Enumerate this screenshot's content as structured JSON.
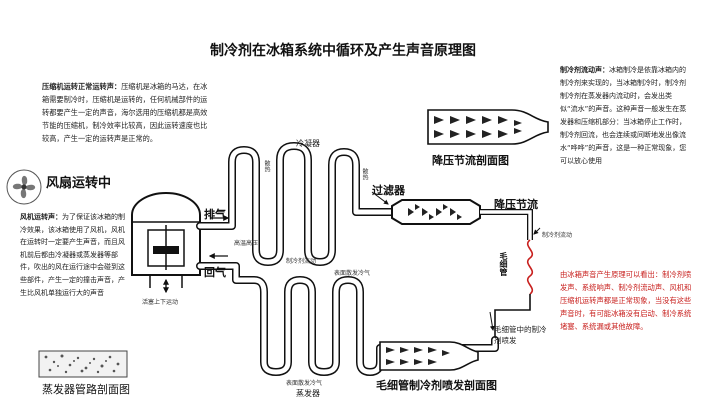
{
  "title": "制冷剂在冰箱系统中循环及产生声音原理图",
  "compressor_note": {
    "heading": "压缩机运转正常运转声：",
    "body": "压缩机是冰箱的马达，在冰箱需要制冷时，压缩机是运转的，任何机械部件的运转都要产生一定的声音，海尔选用的压缩机都是高效节能的压缩机，制冷效率比较高，因此运转速度也比较高，产生一定的运转声是正常的。"
  },
  "fan_note": {
    "title": "风扇运转中",
    "heading": "风机运转声：",
    "body": "为了保证该冰箱的制冷效果，该冰箱使用了风机，风机在运转时一定要产生声音，而且风机前后都由冷凝器或蒸发器等部件，吹出的风在运行途中会碰到这些部件，产生一定的撞击声音，产生比风机单独运行大的声音"
  },
  "flow_note": {
    "heading": "制冷剂流动声：",
    "body": "冰箱制冷是依靠冰箱内的制冷剂来实现的，当冰箱制冷时，制冷剂制冷剂在蒸发器内流动时，会发出类似“流水”的声音。这种声音一般发生在蒸发器和压缩机部分：当冰箱停止工作时，制冷剂回流，也会连续或间断地发出像流水“哗哗”的声音，这是一种正常现象，您可以放心使用"
  },
  "red_note": {
    "body": "由冰箱声音产生原理可以看出：制冷剂喷发声、系统响声、制冷剂流动声、风机和压缩机运转声都是正常现象，当没有这些声音时，有可能冰箱没有启动、制冷系统堵塞、系统漏或其他故障。"
  },
  "labels": {
    "condenser": "冷凝器",
    "exhaust": "排气",
    "return_air": "回气",
    "piston": "活塞上下运动",
    "high_temp_high_pressure": "高温高压",
    "heat_dissipation_1": "散热",
    "heat_dissipation_2": "散热",
    "refrigerant_flow_small": "制冷剂流动",
    "surface_heat_dissipation": "表面散发冷气",
    "surface_heat_dissipation_2": "表面散发冷气",
    "evaporator": "蒸发器",
    "filter": "过滤器",
    "throttle": "降压节流",
    "throttle_section": "降压节流剖面图",
    "refrigerant_flow": "制冷剂流动",
    "capillary": "毛细管",
    "capillary_eject": "毛细管中的制冷剂喷发",
    "capillary_section": "毛细管制冷剂喷发剖面图",
    "evaporator_section": "蒸发器管路剖面图"
  }
}
